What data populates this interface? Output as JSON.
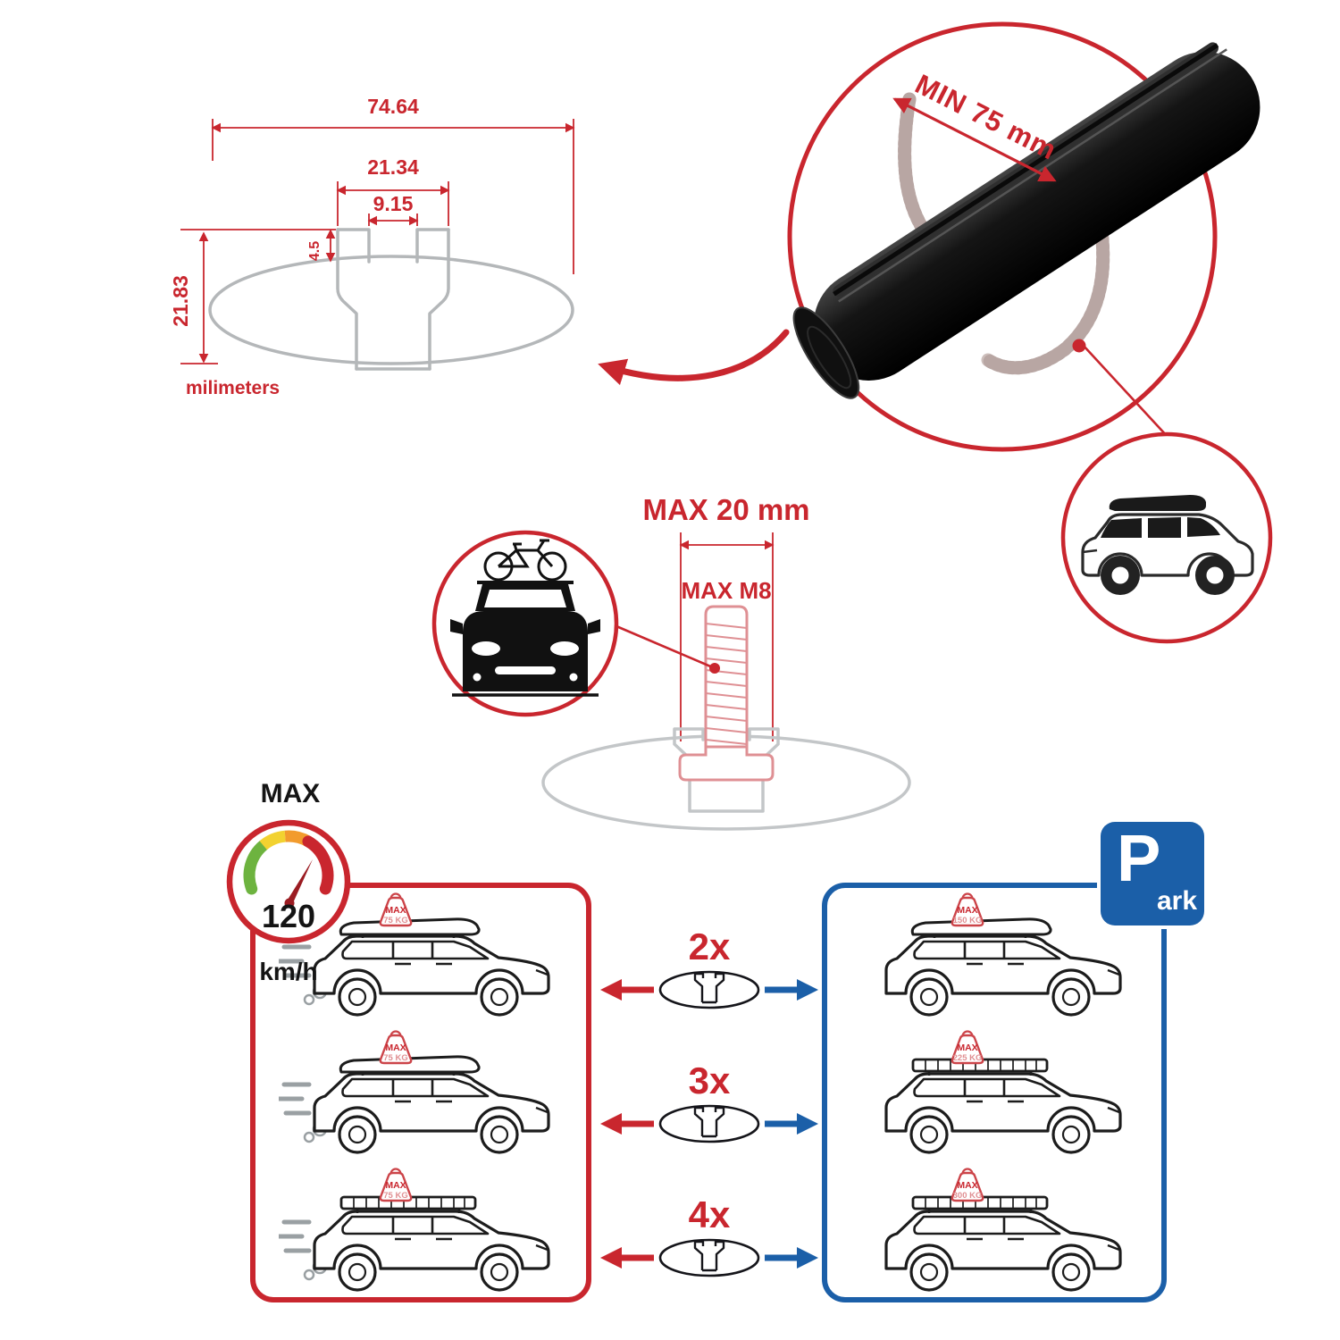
{
  "dimensions": {
    "total_width": "74.64",
    "slot_outer": "21.34",
    "slot_inner": "9.15",
    "lip_depth": "4.5",
    "total_height": "21.83",
    "units": "milimeters"
  },
  "crossbar": {
    "min_span": "MIN 75 mm"
  },
  "bolt": {
    "max_width": "MAX 20 mm",
    "max_thread": "MAX M8"
  },
  "speed": {
    "label": "MAX",
    "value": "120",
    "unit": "km/h"
  },
  "park": {
    "letter": "P",
    "suffix": "ark"
  },
  "quantities": [
    {
      "label": "2x"
    },
    {
      "label": "3x"
    },
    {
      "label": "4x"
    }
  ],
  "driving_cars": [
    {
      "tag_title": "MAX",
      "tag_value": "75 KG"
    },
    {
      "tag_title": "MAX",
      "tag_value": "75 KG"
    },
    {
      "tag_title": "MAX",
      "tag_value": "75 KG"
    }
  ],
  "parked_cars": [
    {
      "tag_title": "MAX",
      "tag_value": "150 KG"
    },
    {
      "tag_title": "MAX",
      "tag_value": "225 KG"
    },
    {
      "tag_title": "MAX",
      "tag_value": "300 KG"
    }
  ],
  "colors": {
    "red": "#c9262e",
    "blue": "#1b5fa8",
    "pink": "#df9094",
    "gray": "#b4b7b9",
    "black": "#141414"
  }
}
